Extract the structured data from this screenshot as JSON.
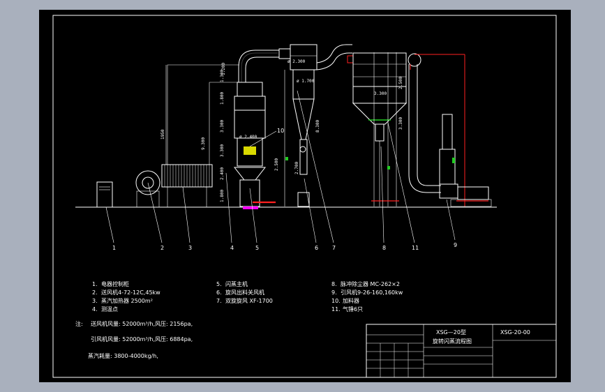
{
  "legend": [
    {
      "num": "1.",
      "text": "电器控制柜"
    },
    {
      "num": "2.",
      "text": "送风机4-72-12C,45kw"
    },
    {
      "num": "3.",
      "text": "蒸汽加热器 2500m²"
    },
    {
      "num": "4.",
      "text": "测温点"
    },
    {
      "num": "5.",
      "text": "闪蒸主机"
    },
    {
      "num": "6.",
      "text": "旋风出料关风机"
    },
    {
      "num": "7.",
      "text": "双旋旋风 XF-1700"
    },
    {
      "num": "8.",
      "text": "脉冲除尘器 MC-262×2"
    },
    {
      "num": "9.",
      "text": "引风机9-26-160,160kw"
    },
    {
      "num": "10.",
      "text": "加料器"
    },
    {
      "num": "11.",
      "text": "气锤6只"
    }
  ],
  "notes": {
    "prefix": "注:",
    "line1": "送风机风量: 52000m³/h,风压: 2156pa,",
    "line2": "引风机风量: 52000m³/h,风压: 6884pa,",
    "line3": "蒸汽耗量: 3800-4000kg/h,"
  },
  "title_block": {
    "model": "XSG—20型",
    "title": "旋转闪蒸流程图",
    "drawing_no": "XSG-20-00"
  },
  "callouts": [
    "1",
    "2",
    "3",
    "4",
    "5",
    "6",
    "7",
    "8",
    "11",
    "9",
    "10"
  ],
  "dimensions": [
    "1950",
    "9.300",
    "1.200",
    "1.800",
    "3.300",
    "3.300",
    "2.400",
    "1.800",
    "ø 2.400",
    "2.500",
    "ø 1.700",
    "8.300",
    "2.700",
    "3.300",
    "2.500",
    "3.300",
    "ø 2.300",
    "1.300"
  ],
  "colors": {
    "background": "#000000",
    "frame": "#ffffff",
    "duct_red": "#ff2020",
    "marker_green": "#22cc22",
    "highlight_magenta": "#ff00ff",
    "accent_yellow": "#ffff00"
  }
}
